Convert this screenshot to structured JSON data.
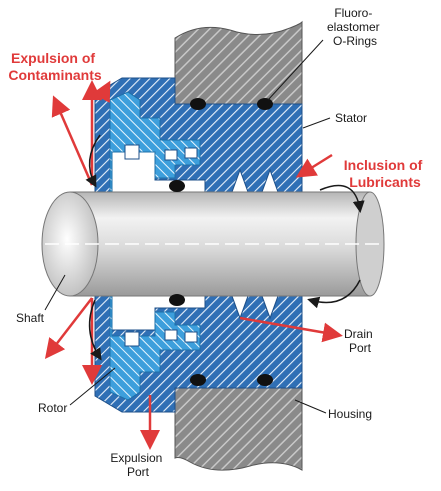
{
  "labels": {
    "expulsion_contaminants": [
      "Expulsion of",
      "Contaminants"
    ],
    "inclusion_lubricants": [
      "Inclusion of",
      "Lubricants"
    ],
    "oring": [
      "Fluoro-",
      "elastomer",
      "O-Rings"
    ],
    "stator": "Stator",
    "shaft": "Shaft",
    "drain_port": [
      "Drain",
      "Port"
    ],
    "rotor": "Rotor",
    "housing": "Housing",
    "expulsion_port": [
      "Expulsion",
      "Port"
    ]
  },
  "colors": {
    "accent_red": "#e03a3a",
    "stator_blue": "#2f6fb5",
    "rotor_blue": "#3d9fdc",
    "housing_gray": "#8a8a8a",
    "shaft_gray": "#d6d6d6",
    "text": "#1a1a1a"
  }
}
